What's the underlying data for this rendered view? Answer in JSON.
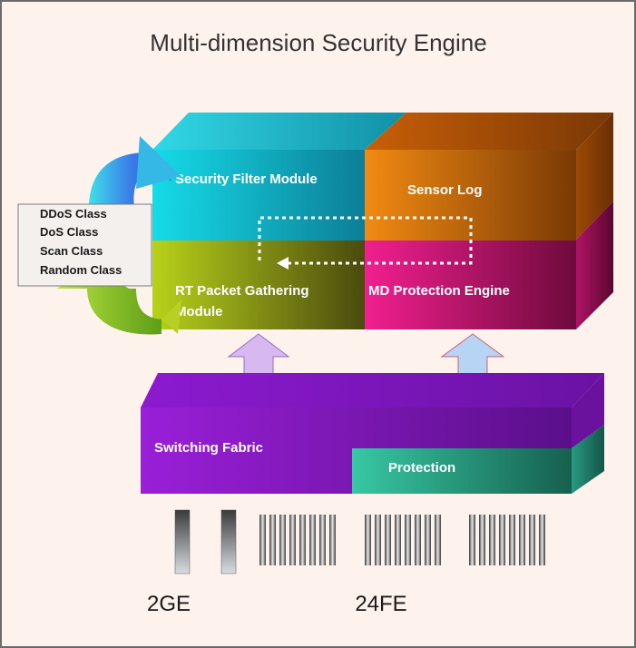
{
  "title": "Multi-dimension Security Engine",
  "engine": {
    "security_filter": "Security Filter Module",
    "sensor_log": "Sensor Log",
    "rt_packet_line1": "RT Packet Gathering",
    "rt_packet_line2": "Module",
    "md_protection": "MD Protection Engine"
  },
  "classes": [
    "DDoS Class",
    "DoS Class",
    "Scan Class",
    "Random Class"
  ],
  "fabric": {
    "switching": "Switching Fabric",
    "protection": "Protection"
  },
  "ports": {
    "ge_label": "2GE",
    "fe_label": "24FE",
    "ge_count": 2,
    "fe_count": 24
  },
  "colors": {
    "background": "#fdf3ec",
    "security_filter": "#1fc4d4",
    "sensor_log": "#e5760a",
    "rt_packet": "#a8c21a",
    "md_protection": "#e31f8a",
    "fabric": "#8e1fd0",
    "protection": "#2fb39a"
  }
}
